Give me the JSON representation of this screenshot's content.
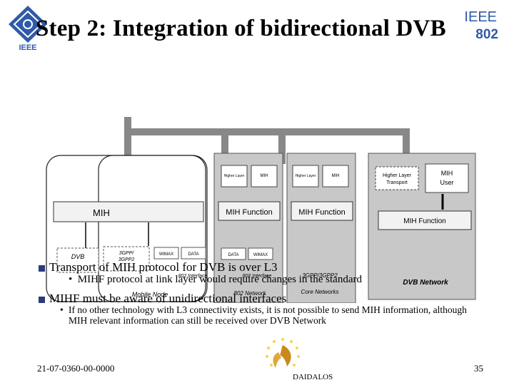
{
  "slide": {
    "title": "Step 2: Integration of bidirectional DVB",
    "logos": {
      "left_text": "IEEE",
      "right_line1": "IEEE",
      "right_line2": "802"
    },
    "diagram": {
      "left_box_label": "MIH",
      "dvb_interface": "DVB Interface",
      "threegpp_interface": "3GPP/ 3GPP2 Interface",
      "mobile_node": "Mobile Node",
      "wimax": "WIMAX",
      "data": "DATA",
      "interface_802": "802 Interface",
      "network_802": "802 Network",
      "higher_layer_transport": "Higher Layer Transport",
      "mih_users": "MIH Users",
      "mih_function": "MIH Function",
      "mih_user": "MIH User",
      "core_networks": "3GPP/3GPP2 Networks Core Networks",
      "dvb_network": "DVB Network"
    },
    "bullets": [
      {
        "text": "Transport of MIH protocol for DVB is over L3",
        "sub": "MIHF protocol at link layer would require changes in the standard"
      },
      {
        "text": "MIHF must be aware of unidirectional interfaces",
        "sub": "If no other technology with L3 connectivity exists, it is not possible to send MIH information, although MIH relevant information can still be received over DVB Network"
      }
    ],
    "footer": {
      "doc_id": "21-07-0360-00-0000",
      "page": "35",
      "brand": "DAIDALOS"
    }
  }
}
